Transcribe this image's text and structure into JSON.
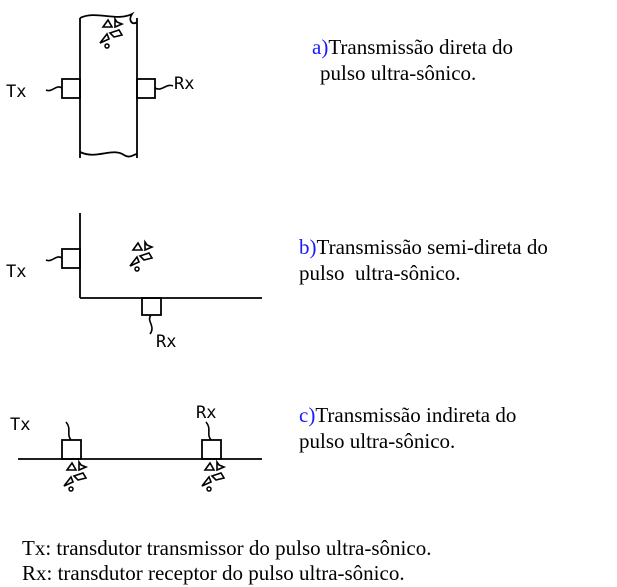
{
  "diagrams": [
    {
      "id": "a",
      "tx_label": "Tx",
      "rx_label": "Rx",
      "caption_letter": "a)",
      "caption_line1": "Transmissão direta do",
      "caption_line2": "pulso ultra-sônico."
    },
    {
      "id": "b",
      "tx_label": "Tx",
      "rx_label": "Rx",
      "caption_letter": "b)",
      "caption_line1": "Transmissão semi-direta do",
      "caption_line2": "pulso  ultra-sônico."
    },
    {
      "id": "c",
      "tx_label": "Tx",
      "rx_label": "Rx",
      "caption_letter": "c)",
      "caption_line1": "Transmissão indireta do",
      "caption_line2": "pulso ultra-sônico."
    }
  ],
  "legend": {
    "tx": "Tx: transdutor transmissor do pulso ultra-sônico.",
    "rx": "Rx: transdutor receptor do pulso ultra-sônico."
  },
  "colors": {
    "letter": "#1a1aff",
    "ink": "#000000"
  }
}
